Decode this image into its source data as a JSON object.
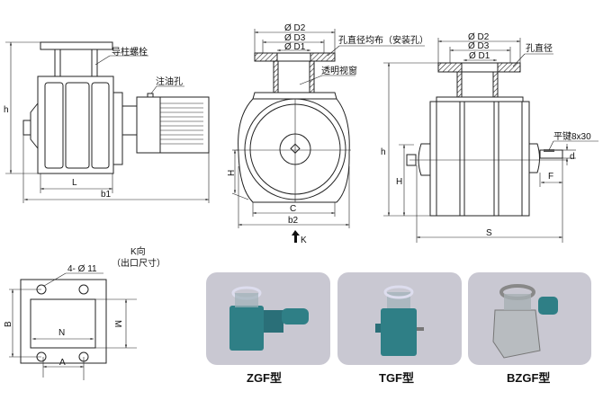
{
  "side_view": {
    "label_guide_bolt": "导柱螺栓",
    "label_oil_hole": "注油孔",
    "dim_h": "h",
    "dim_L": "L",
    "dim_b1": "b1"
  },
  "front_view": {
    "dim_D2": "Ø D2",
    "dim_D3": "Ø D3",
    "dim_D1": "Ø D1",
    "label_holes": "孔直径均布（安装孔）",
    "label_window": "透明视窗",
    "dim_H": "H",
    "dim_C": "C",
    "dim_b2": "b2",
    "arrow_K": "K"
  },
  "end_view": {
    "dim_D2": "Ø D2",
    "dim_D3": "Ø D3",
    "dim_D1": "Ø D1",
    "label_hole": "孔直径",
    "label_key": "平键8x30",
    "dim_d": "d",
    "dim_F": "F",
    "dim_h": "h",
    "dim_H": "H",
    "dim_S": "S"
  },
  "outlet_view": {
    "title": "K向",
    "subtitle": "（出口尺寸）",
    "label_holes": "4- Ø 11",
    "dim_B": "B",
    "dim_M": "M",
    "dim_N": "N",
    "dim_A": "A"
  },
  "products": [
    {
      "caption": "ZGF型"
    },
    {
      "caption": "TGF型"
    },
    {
      "caption": "BZGF型"
    }
  ],
  "colors": {
    "line": "#222222",
    "photo_bg": "#c9c8d2",
    "valve_teal": "#2f7f86",
    "steel": "#b8bcc0"
  }
}
